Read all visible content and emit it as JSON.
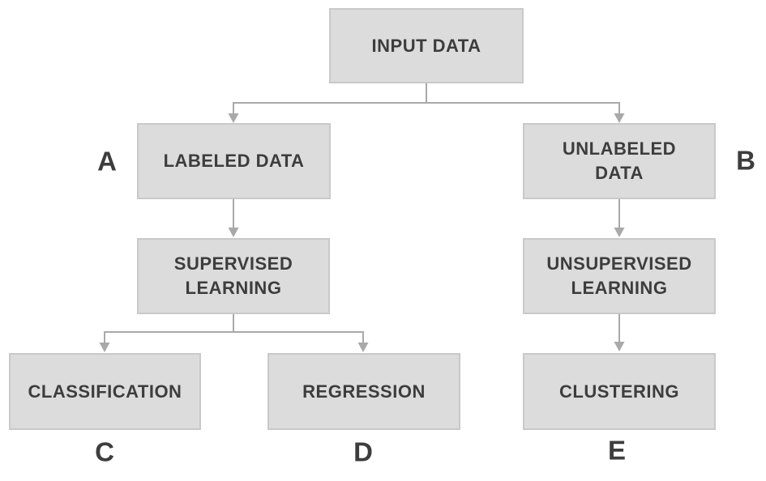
{
  "diagram": {
    "nodes": [
      {
        "id": "input-data",
        "label": "INPUT DATA"
      },
      {
        "id": "labeled-data",
        "label": "LABELED DATA"
      },
      {
        "id": "unlabeled-data",
        "label": "UNLABELED\nDATA"
      },
      {
        "id": "supervised-learning",
        "label": "SUPERVISED\nLEARNING"
      },
      {
        "id": "unsupervised-learning",
        "label": "UNSUPERVISED\nLEARNING"
      },
      {
        "id": "classification",
        "label": "CLASSIFICATION"
      },
      {
        "id": "regression",
        "label": "REGRESSION"
      },
      {
        "id": "clustering",
        "label": "CLUSTERING"
      }
    ],
    "side_labels": [
      {
        "text": "A",
        "node": "LABELED DATA",
        "position": "left"
      },
      {
        "text": "B",
        "node": "UNLABELED DATA",
        "position": "right"
      },
      {
        "text": "C",
        "node": "CLASSIFICATION",
        "position": "below"
      },
      {
        "text": "D",
        "node": "REGRESSION",
        "position": "below"
      },
      {
        "text": "E",
        "node": "CLUSTERING",
        "position": "below"
      }
    ],
    "edges": [
      {
        "from": "INPUT DATA",
        "to": "LABELED DATA"
      },
      {
        "from": "INPUT DATA",
        "to": "UNLABELED DATA"
      },
      {
        "from": "LABELED DATA",
        "to": "SUPERVISED LEARNING"
      },
      {
        "from": "UNLABELED DATA",
        "to": "UNSUPERVISED LEARNING"
      },
      {
        "from": "SUPERVISED LEARNING",
        "to": "CLASSIFICATION"
      },
      {
        "from": "SUPERVISED LEARNING",
        "to": "REGRESSION"
      },
      {
        "from": "UNSUPERVISED LEARNING",
        "to": "CLUSTERING"
      }
    ],
    "colors": {
      "node_fill": "#dcdcdc",
      "node_border": "#c9c9c9",
      "node_text": "#3d3d3d",
      "connector": "#a9a9a9",
      "background": "#ffffff"
    }
  }
}
